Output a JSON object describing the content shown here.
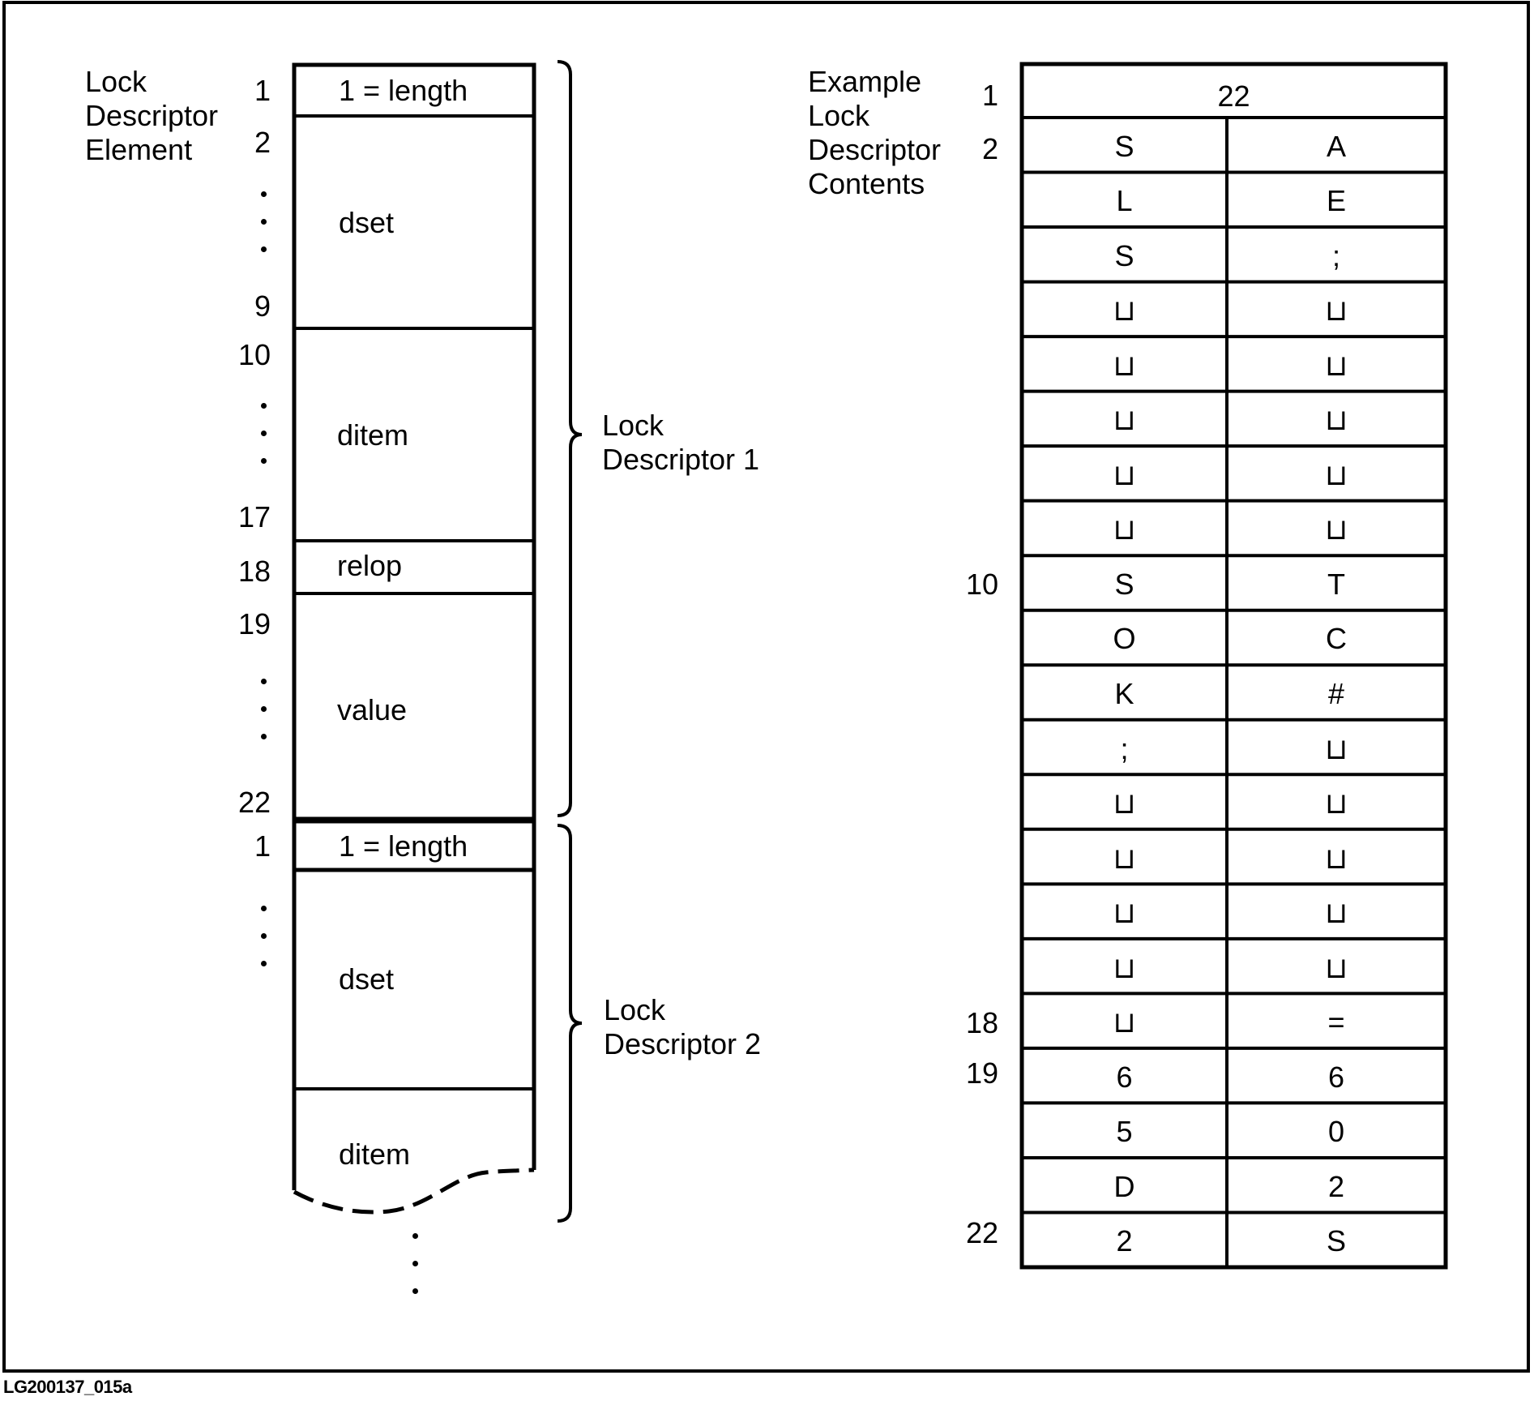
{
  "left_title": [
    "Lock",
    "Descriptor",
    "Element"
  ],
  "left_numbers": {
    "n1": "1",
    "n2": "2",
    "n9": "9",
    "n10": "10",
    "n17": "17",
    "n18": "18",
    "n19": "19",
    "n22": "22",
    "n1b": "1"
  },
  "fields": {
    "length1": "1 = length",
    "dset1": "dset",
    "ditem1": "ditem",
    "relop": "relop",
    "value": "value",
    "length2": "1 = length",
    "dset2": "dset",
    "ditem2": "ditem"
  },
  "braces": {
    "first": [
      "Lock",
      "Descriptor 1"
    ],
    "second": [
      "Lock",
      "Descriptor 2"
    ]
  },
  "right_title": [
    "Example",
    "Lock",
    "Descriptor",
    "Contents"
  ],
  "right_numbers": {
    "r1": "1",
    "r2": "2",
    "r10": "10",
    "r18": "18",
    "r19": "19",
    "r22": "22"
  },
  "example_length": "22",
  "example_rows": [
    [
      "S",
      "A"
    ],
    [
      "L",
      "E"
    ],
    [
      "S",
      ";"
    ],
    [
      "⊔",
      "⊔"
    ],
    [
      "⊔",
      "⊔"
    ],
    [
      "⊔",
      "⊔"
    ],
    [
      "⊔",
      "⊔"
    ],
    [
      "⊔",
      "⊔"
    ],
    [
      "S",
      "T"
    ],
    [
      "O",
      "C"
    ],
    [
      "K",
      "#"
    ],
    [
      ";",
      "⊔"
    ],
    [
      "⊔",
      "⊔"
    ],
    [
      "⊔",
      "⊔"
    ],
    [
      "⊔",
      "⊔"
    ],
    [
      "⊔",
      "⊔"
    ],
    [
      "⊔",
      "="
    ],
    [
      "6",
      "6"
    ],
    [
      "5",
      "0"
    ],
    [
      "D",
      "2"
    ],
    [
      "2",
      "S"
    ]
  ],
  "figure_id": "LG200137_015a"
}
